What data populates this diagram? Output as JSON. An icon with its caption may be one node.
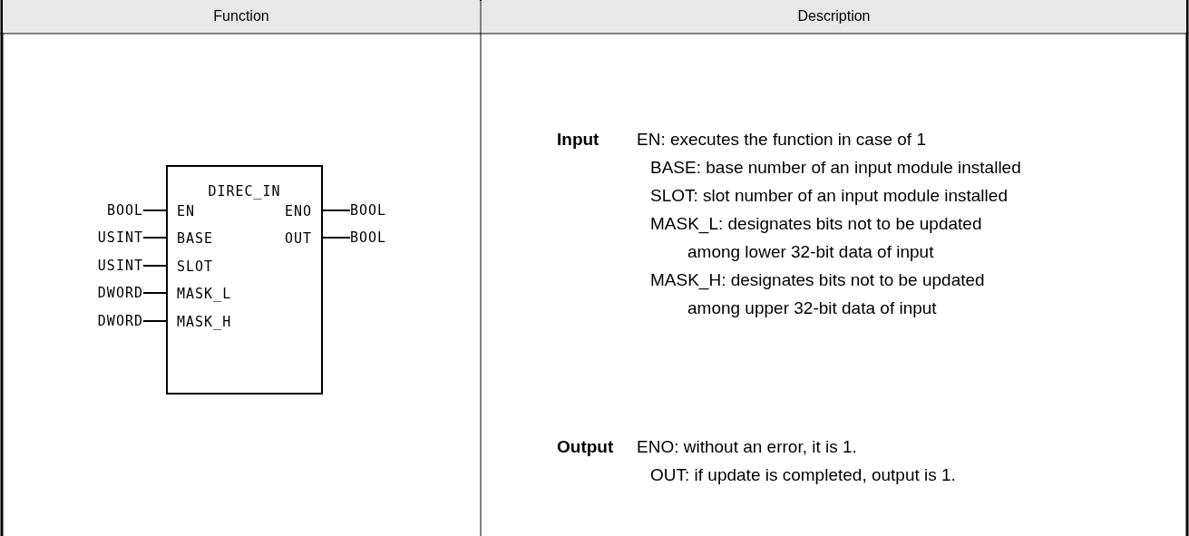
{
  "diagram": {
    "nodes": [
      {
        "text": [
          "DIREC_IN",
          "EN",
          "BASE",
          "SLOT",
          "MASK_L",
          "MASK_H",
          "ENO",
          "OUT"
        ]
      },
      {
        "text": [
          "BOOL"
        ]
      },
      {
        "text": [
          "USINT"
        ]
      },
      {
        "text": [
          "USINT"
        ]
      },
      {
        "text": [
          "DWORD"
        ]
      },
      {
        "text": [
          "DWORD"
        ]
      },
      {
        "text": [
          "BOOL"
        ]
      },
      {
        "text": [
          "BOOL"
        ]
      }
    ],
    "edges": [
      {
        "from": 1,
        "to": 0,
        "arrow": "none"
      },
      {
        "from": 2,
        "to": 0,
        "arrow": "none"
      },
      {
        "from": 3,
        "to": 0,
        "arrow": "none"
      },
      {
        "from": 4,
        "to": 0,
        "arrow": "none"
      },
      {
        "from": 5,
        "to": 0,
        "arrow": "none"
      },
      {
        "from": 0,
        "to": 6,
        "arrow": "none"
      },
      {
        "from": 0,
        "to": 7,
        "arrow": "none"
      }
    ],
    "labels": [
      "Function",
      "Description",
      "Input",
      "EN: executes the function in case of 1",
      "BASE: base number of an input module installed",
      "SLOT: slot number of an input module installed",
      "MASK_L: designates bits not to be updated among lower 32-bit data of input",
      "MASK_H: designates bits not to be updated among upper 32-bit data of input",
      "Output",
      "ENO: without an error, it is 1.",
      "OUT: if update is completed, output is 1."
    ]
  }
}
